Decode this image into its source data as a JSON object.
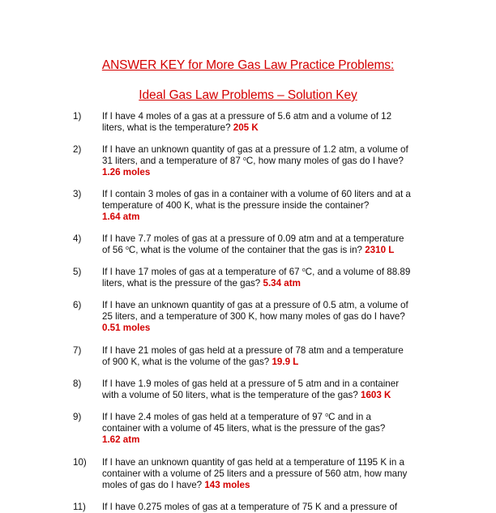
{
  "title": "ANSWER KEY for More Gas Law Practice Problems:",
  "subtitle": "Ideal Gas Law Problems – Solution Key",
  "problems": [
    {
      "num": "1)",
      "lines": [
        [
          "If I have 4 moles of a gas at a pressure of 5.6 atm and a volume of 12"
        ],
        [
          "liters, what is the temperature?"
        ]
      ],
      "answer": "205 K",
      "answer_inline": true
    },
    {
      "num": "2)",
      "lines": [
        [
          "If I have an unknown quantity of gas at a pressure of 1.2 atm, a volume of"
        ],
        [
          "31 liters, and a temperature of 87 ",
          "o",
          "C, how many moles of gas do I have?"
        ]
      ],
      "answer": "1.26 moles",
      "answer_inline": false
    },
    {
      "num": "3)",
      "lines": [
        [
          "If I contain 3 moles of gas in a container with a volume of 60 liters and at a"
        ],
        [
          "temperature of 400 K, what is the pressure inside the container?"
        ]
      ],
      "answer": "1.64 atm",
      "answer_inline": false
    },
    {
      "num": "4)",
      "lines": [
        [
          "If I have 7.7 moles of gas at a pressure of 0.09 atm and at a temperature"
        ],
        [
          "of 56 ",
          "o",
          "C, what is the volume of the container that the gas is in?"
        ]
      ],
      "answer": "2310 L",
      "answer_inline": true
    },
    {
      "num": "5)",
      "lines": [
        [
          "If I have 17 moles of gas at a temperature of 67 ",
          "o",
          "C, and a volume of 88.89"
        ],
        [
          "liters, what is the pressure of the gas?"
        ]
      ],
      "answer": "5.34 atm",
      "answer_inline": true
    },
    {
      "num": "6)",
      "lines": [
        [
          "If I have an unknown quantity of gas at a pressure of 0.5 atm, a volume of"
        ],
        [
          "25 liters, and a temperature of 300 K, how many moles of gas do I have?"
        ]
      ],
      "answer": "0.51 moles",
      "answer_inline": false
    },
    {
      "num": "7)",
      "lines": [
        [
          "If I have 21 moles of gas held at a pressure of 78 atm and a temperature"
        ],
        [
          "of 900 K, what is the volume of the gas?"
        ]
      ],
      "answer": "19.9 L",
      "answer_inline": true
    },
    {
      "num": "8)",
      "lines": [
        [
          "If I have 1.9 moles of gas held at a pressure of 5 atm and in a container"
        ],
        [
          "with a volume of 50 liters, what is the temperature of the gas?"
        ]
      ],
      "answer": "1603 K",
      "answer_inline": true
    },
    {
      "num": "9)",
      "lines": [
        [
          "If I have 2.4 moles of gas held at a temperature of 97 ",
          "o",
          "C and in a"
        ],
        [
          "container with a volume of 45 liters, what is the pressure of the gas?"
        ]
      ],
      "answer": "1.62 atm",
      "answer_inline": false
    },
    {
      "num": "10)",
      "lines": [
        [
          "If I have an unknown quantity of gas held at a temperature of 1195 K in a"
        ],
        [
          "container with a volume of 25 liters and a pressure of 560 atm, how many"
        ],
        [
          "moles of gas do I have?"
        ]
      ],
      "answer": "143 moles",
      "answer_inline": true
    },
    {
      "num": "11)",
      "lines": [
        [
          "If I have 0.275 moles of gas at a temperature of 75 K and a pressure of"
        ]
      ],
      "answer": "",
      "answer_inline": true
    }
  ]
}
